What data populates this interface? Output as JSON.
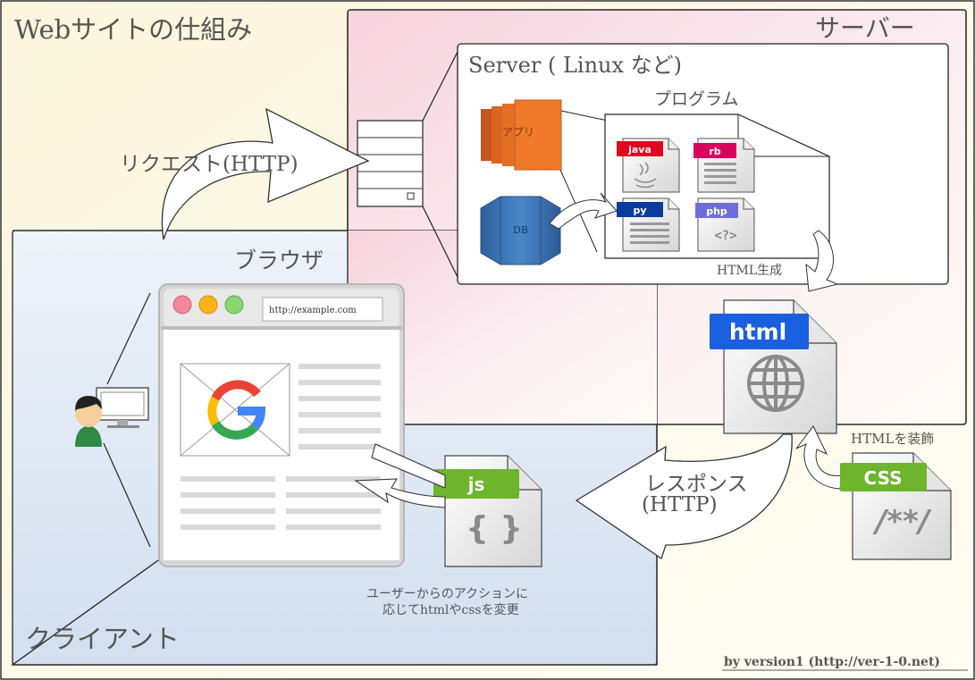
{
  "title": "Webサイトの仕組み",
  "server_area": {
    "label": "サーバー",
    "box_title": "Server ( Linux など)",
    "program_label": "プログラム",
    "app_label": "アプリ",
    "db_label": "DB",
    "files": [
      "java",
      "rb",
      "py",
      "php"
    ],
    "php_symbol": "<?>",
    "html_gen_label": "HTML生成"
  },
  "browser": {
    "label": "ブラウザ",
    "url": "http://example.com"
  },
  "client_label": "クライアント",
  "request_label": "リクエスト(HTTP)",
  "response_label_1": "レスポンス",
  "response_label_2": "(HTTP)",
  "html_file_label": "html",
  "css_file_label": "CSS",
  "css_body": "/**/",
  "css_note": "HTMLを装飾",
  "js_file_label": "js",
  "js_body": "{ }",
  "js_note_1": "ユーザーからのアクションに",
  "js_note_2": "応じてhtmlやcssを変更",
  "credit": "by version1 (http://ver-1-0.net)",
  "colors": {
    "title_bg": "#fdf9e6",
    "server_bg": "#f9dfe6",
    "client_bg": "#dde6f3",
    "html_badge": "#1a5fe0",
    "css_badge": "#6cb52d",
    "js_badge": "#6cb52d",
    "java_tab": "#e0061e",
    "rb_tab": "#d8055e",
    "py_tab": "#0b3b9b",
    "php_tab": "#6d6fd8",
    "app_orange": "#ee7a2a",
    "db_blue": "#3b73b6"
  }
}
